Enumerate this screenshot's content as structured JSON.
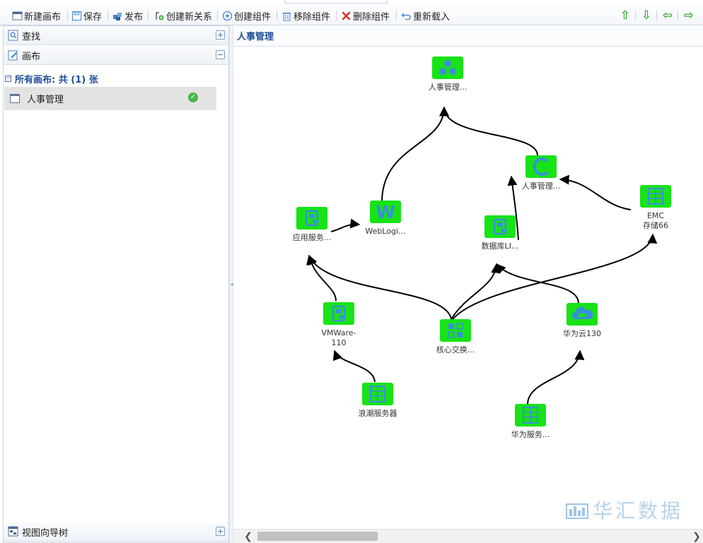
{
  "toolbar": {
    "new_canvas": "新建画布",
    "save": "保存",
    "publish": "发布",
    "create_relation": "创建新关系",
    "create_component": "创建组件",
    "remove_component": "移除组件",
    "delete_component": "删除组件",
    "reload": "重新载入",
    "nav_arrows": [
      "⇧",
      "⇩",
      "⇦",
      "⇨"
    ]
  },
  "left_panel": {
    "search_title": "查找",
    "canvas_title": "画布",
    "all_canvases": "所有画布: 共 (1) 张",
    "canvas_item": "人事管理",
    "nav_tree_title": "视图向导树",
    "expand_symbol": "+",
    "collapse_symbol": "−",
    "tree_toggle_symbol": "−"
  },
  "right_panel": {
    "title": "人事管理"
  },
  "diagram": {
    "nodes": [
      {
        "id": "app_top",
        "label": [
          "人事管理..."
        ],
        "icon": "app-cluster-icon"
      },
      {
        "id": "app_mid",
        "label": [
          "人事管理..."
        ],
        "icon": "app-c-icon"
      },
      {
        "id": "weblogic",
        "label": [
          "WebLogi..."
        ],
        "icon": "weblogic-w-icon"
      },
      {
        "id": "appsrv",
        "label": [
          "应用服务..."
        ],
        "icon": "app-server-icon"
      },
      {
        "id": "db",
        "label": [
          "数据库LI..."
        ],
        "icon": "database-icon"
      },
      {
        "id": "emc",
        "label": [
          "EMC",
          "存储66"
        ],
        "icon": "storage-icon"
      },
      {
        "id": "vmware",
        "label": [
          "VMWare-",
          "110"
        ],
        "icon": "vm-icon"
      },
      {
        "id": "core",
        "label": [
          "核心交换..."
        ],
        "icon": "switch-icon"
      },
      {
        "id": "hwcloud",
        "label": [
          "华为云130"
        ],
        "icon": "cloud-icon"
      },
      {
        "id": "langchao",
        "label": [
          "浪潮服务器"
        ],
        "icon": "server-icon"
      },
      {
        "id": "hwserver",
        "label": [
          "华为服务..."
        ],
        "icon": "server-icon"
      }
    ],
    "node_color": "#17e317",
    "icon_color": "#3a8fd9"
  },
  "watermark": {
    "text": "华汇数据"
  },
  "scrollbar": {
    "left_arrow": "❮",
    "right_arrow": "❯"
  }
}
